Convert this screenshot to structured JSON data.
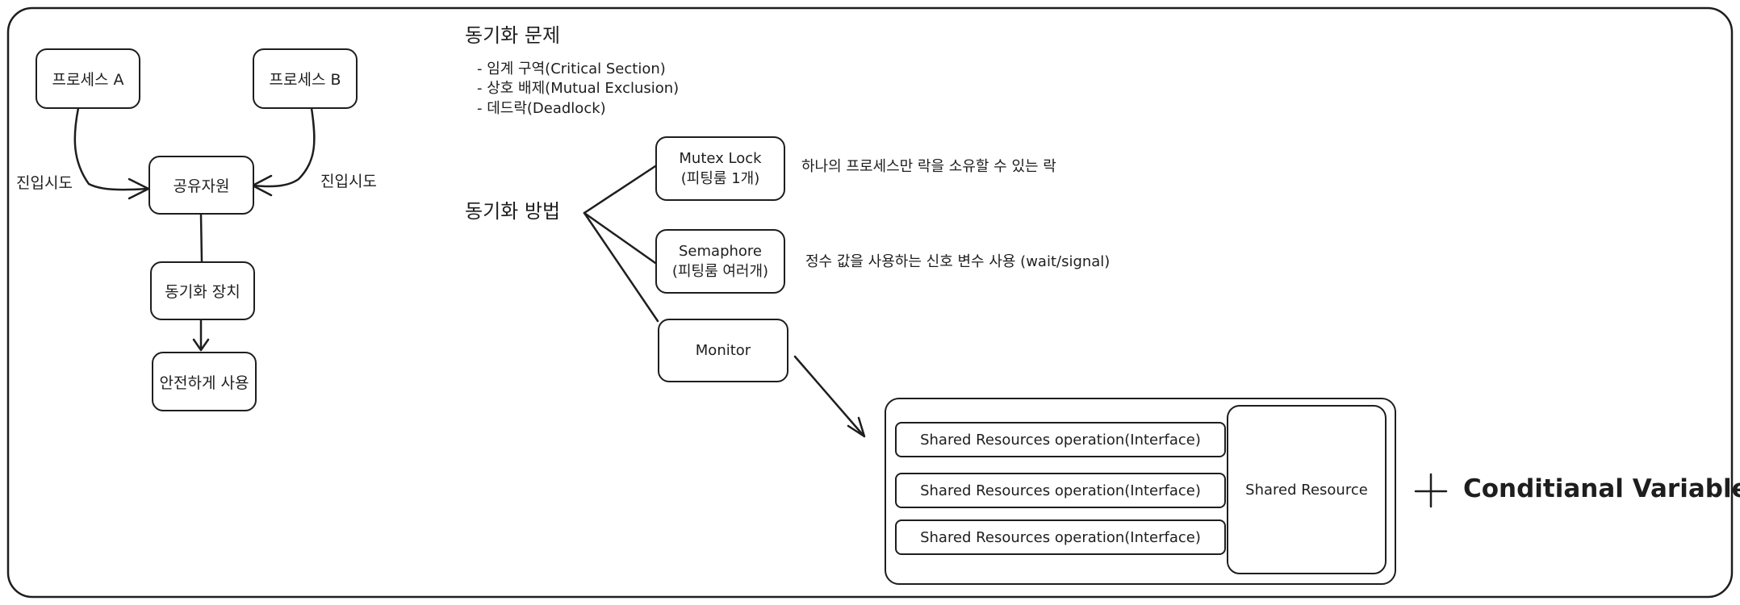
{
  "left_flow": {
    "process_a": "프로세스 A",
    "process_b": "프로세스 B",
    "shared_resource": "공유자원",
    "attempt_left": "진입시도",
    "attempt_right": "진입시도",
    "sync_device": "동기화 장치",
    "safe_use": "안전하게 사용"
  },
  "problems": {
    "title": "동기화 문제",
    "items": [
      "- 임계 구역(Critical Section)",
      "- 상호 배제(Mutual Exclusion)",
      "- 데드락(Deadlock)"
    ]
  },
  "methods": {
    "title": "동기화 방법",
    "mutex": {
      "line1": "Mutex Lock",
      "line2": "(피팅룸 1개)",
      "desc": "하나의 프로세스만 락을 소유할 수 있는 락"
    },
    "semaphore": {
      "line1": "Semaphore",
      "line2": "(피팅룸 여러개)",
      "desc": "정수 값을 사용하는 신호 변수 사용 (wait/signal)"
    },
    "monitor": {
      "label": "Monitor"
    }
  },
  "monitor_detail": {
    "operations": [
      "Shared Resources operation(Interface)",
      "Shared Resources operation(Interface)",
      "Shared Resources operation(Interface)"
    ],
    "shared_resource": "Shared Resource",
    "plus": "+",
    "conditional": "Conditianal Variable"
  }
}
